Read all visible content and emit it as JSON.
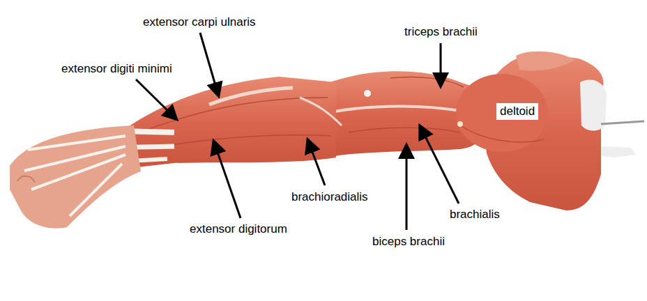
{
  "diagram": {
    "labels": [
      "extensor carpi ulnaris",
      "triceps brachii",
      "extensor digiti minimi",
      "deltoid",
      "brachioradialis",
      "brachialis",
      "extensor digitorum",
      "biceps brachii"
    ]
  }
}
